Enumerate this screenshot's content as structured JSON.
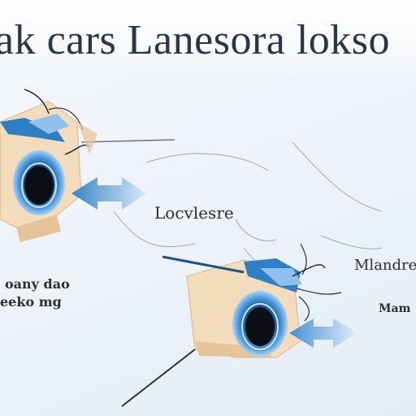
{
  "title": "ak cars Lanesora lokso",
  "labels": {
    "center": "Locvlesre",
    "left_line1": "oany dao",
    "left_line2": "eeko mg",
    "right_line1": "Mlandre",
    "right_line2": "Mam"
  },
  "colors": {
    "skin": "#f3dcbb",
    "skin_shadow": "#e6c398",
    "ear_blue": "#2f7fc4",
    "ear_light_blue": "#8fc1ea",
    "arrow_blue": "#3a8bd6",
    "title_text": "#2a3646"
  }
}
